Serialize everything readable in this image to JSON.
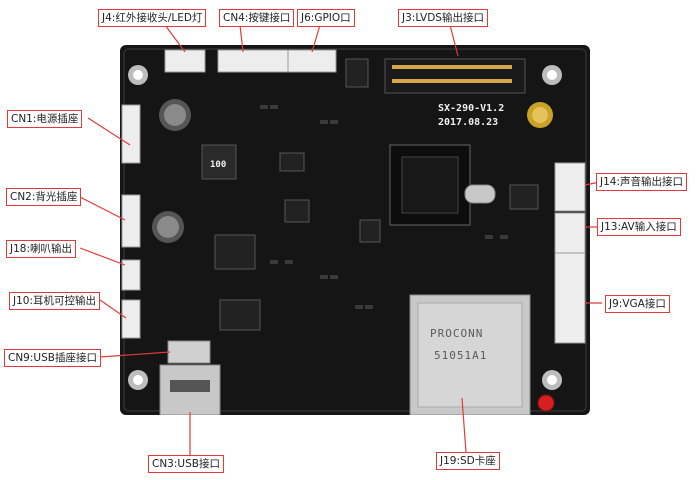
{
  "board": {
    "model": "SX-290-V1.2",
    "date": "2017.08.23",
    "sd_brand": "PROCONN",
    "sd_part": "51051A1",
    "chip_mark": "100"
  },
  "labels": {
    "j4": "J4:红外接收头/LED灯",
    "cn4": "CN4:按键接口",
    "j6": "J6:GPIO口",
    "j3": "J3:LVDS输出接口",
    "cn1": "CN1:电源插座",
    "cn2": "CN2:背光插座",
    "j18": "J18:喇叭输出",
    "j10": "J10:耳机可控输出",
    "cn9": "CN9:USB插座接口",
    "cn3": "CN3:USB接口",
    "j19": "J19:SD卡座",
    "j14": "J14:声音输出接口",
    "j13": "J13:AV输入接口",
    "j9": "J9:VGA接口"
  },
  "colors": {
    "pcb": "#151515",
    "callout": "#e23a3a",
    "connector": "#ededed",
    "metal": "#c8c8c8"
  }
}
